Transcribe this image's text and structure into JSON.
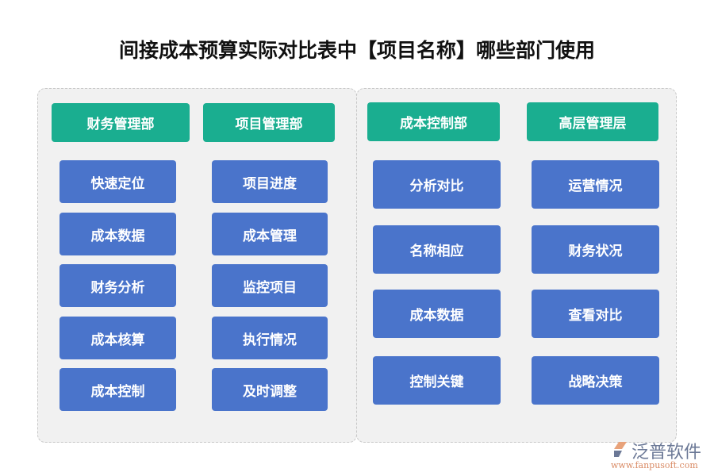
{
  "title": "间接成本预算实际对比表中【项目名称】哪些部门使用",
  "departments": [
    {
      "name": "财务管理部",
      "items": [
        "快速定位",
        "成本数据",
        "财务分析",
        "成本核算",
        "成本控制"
      ]
    },
    {
      "name": "项目管理部",
      "items": [
        "项目进度",
        "成本管理",
        "监控项目",
        "执行情况",
        "及时调整"
      ]
    },
    {
      "name": "成本控制部",
      "items": [
        "分析对比",
        "名称相应",
        "成本数据",
        "控制关键"
      ]
    },
    {
      "name": "高层管理层",
      "items": [
        "运营情况",
        "财务状况",
        "查看对比",
        "战略决策"
      ]
    }
  ],
  "logo": {
    "name": "泛普软件",
    "url": "www.fanpusoft.com"
  },
  "colors": {
    "header": "#1aae90",
    "item": "#4a74cb",
    "panel": "#f1f1f1"
  }
}
